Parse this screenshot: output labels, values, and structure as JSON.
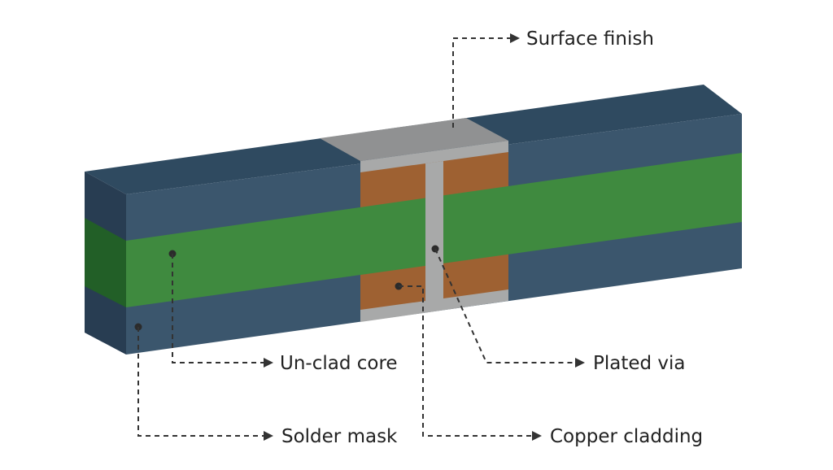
{
  "title": "PCB cross-section diagram",
  "labels": {
    "surface_finish": "Surface finish",
    "unclad_core": "Un-clad core",
    "plated_via": "Plated via",
    "solder_mask": "Solder mask",
    "copper_cladding": "Copper cladding"
  },
  "colors": {
    "solder_mask_front": "#3b566d",
    "solder_mask_top": "#2f4a60",
    "solder_mask_side": "#283d52",
    "core_front": "#3f8a3f",
    "core_side": "#225f27",
    "copper": "#9e6132",
    "plating_front": "#a8a9a9",
    "plating_top": "#909192"
  }
}
